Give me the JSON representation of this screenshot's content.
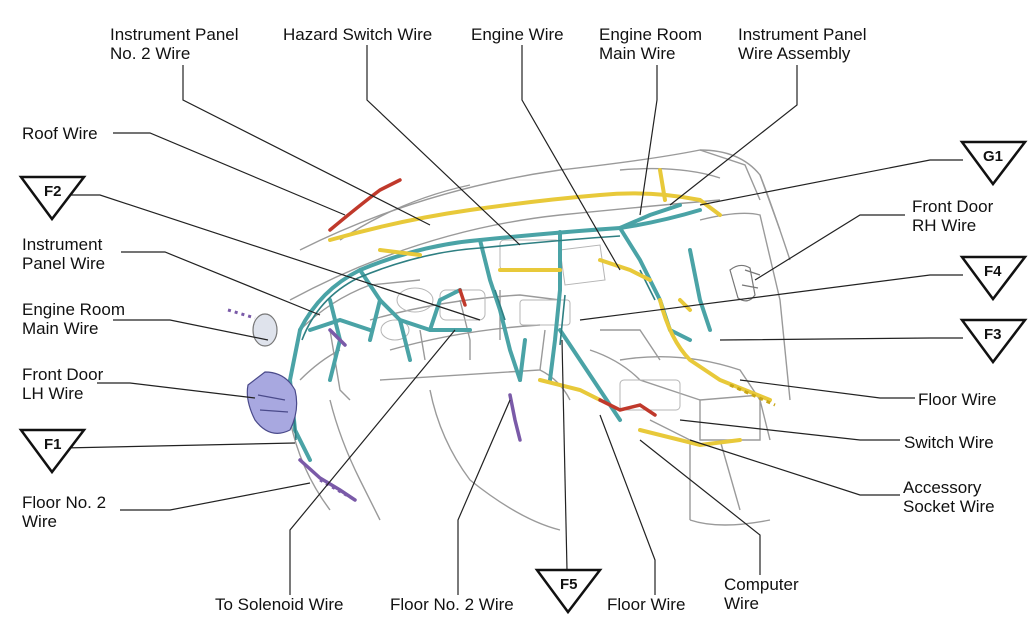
{
  "labels": {
    "instrument_panel_no2_wire": "Instrument Panel\nNo. 2 Wire",
    "hazard_switch_wire": "Hazard Switch Wire",
    "engine_wire": "Engine Wire",
    "engine_room_main_wire_top": "Engine Room\nMain Wire",
    "instrument_panel_wire_assembly": "Instrument Panel\nWire Assembly",
    "roof_wire": "Roof Wire",
    "instrument_panel_wire": "Instrument\nPanel Wire",
    "engine_room_main_wire_left": "Engine Room\nMain Wire",
    "front_door_lh_wire": "Front Door\nLH Wire",
    "floor_no2_wire_left": "Floor No. 2\nWire",
    "to_solenoid_wire": "To Solenoid Wire",
    "floor_no2_wire_bottom": "Floor No. 2 Wire",
    "floor_wire_bottom": "Floor Wire",
    "computer_wire": "Computer\nWire",
    "front_door_rh_wire": "Front Door\nRH Wire",
    "floor_wire_right": "Floor Wire",
    "switch_wire": "Switch Wire",
    "accessory_socket_wire": "Accessory\nSocket Wire"
  },
  "connectors": {
    "f2": "F2",
    "f1": "F1",
    "g1": "G1",
    "f4": "F4",
    "f3": "F3",
    "f5": "F5"
  },
  "colors": {
    "harness_teal": "#4aa3a6",
    "harness_yellow": "#e8c93a",
    "harness_red": "#c0392b",
    "harness_purple": "#7a5aa8",
    "body_outline": "#9a9a9a"
  }
}
